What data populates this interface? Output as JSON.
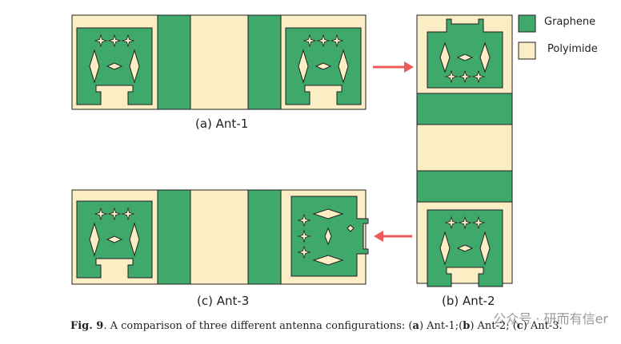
{
  "legend": {
    "items": [
      {
        "label": "Graphene",
        "color": "#3fa96b"
      },
      {
        "label": "Polyimide",
        "color": "#fbeec4"
      }
    ]
  },
  "labels": {
    "ant1": "(a) Ant-1",
    "ant2": "(b) Ant-2",
    "ant3": "(c) Ant-3"
  },
  "caption": {
    "fig": "Fig. 9",
    "text": ".  A comparison of three different antenna configurations: (",
    "a": "a",
    "t1": ") Ant-1;(",
    "b": "b",
    "t2": ") Ant-2; (",
    "c": "c",
    "t3": ") Ant-3."
  },
  "watermark": "公众号 · 研而有信er",
  "colors": {
    "graphene": "#3fa96b",
    "polyimide": "#fbeec4",
    "outline": "#231f20",
    "arrow": "#ec5a5a"
  }
}
